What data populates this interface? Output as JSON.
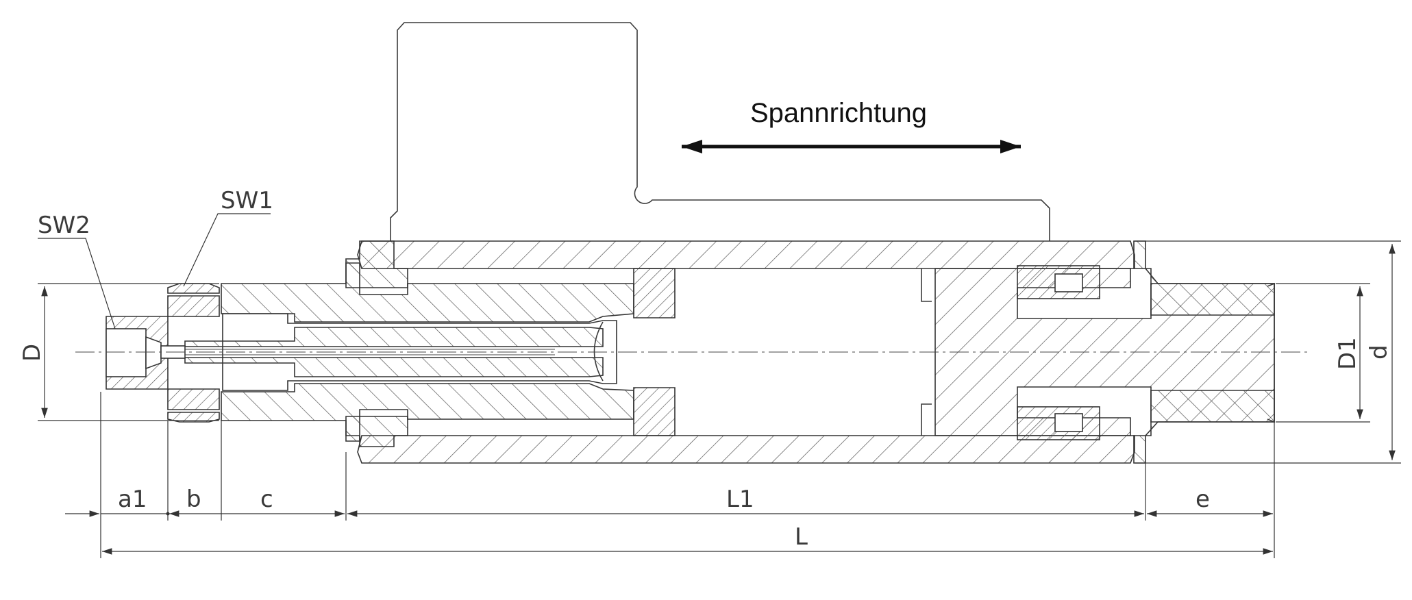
{
  "title": "Spannrichtung",
  "labels": {
    "sw1": "SW1",
    "sw2": "SW2",
    "D": "D",
    "D1": "D1",
    "d": "d",
    "a1": "a1",
    "b": "b",
    "c": "c",
    "L1": "L1",
    "e": "e",
    "L": "L"
  }
}
